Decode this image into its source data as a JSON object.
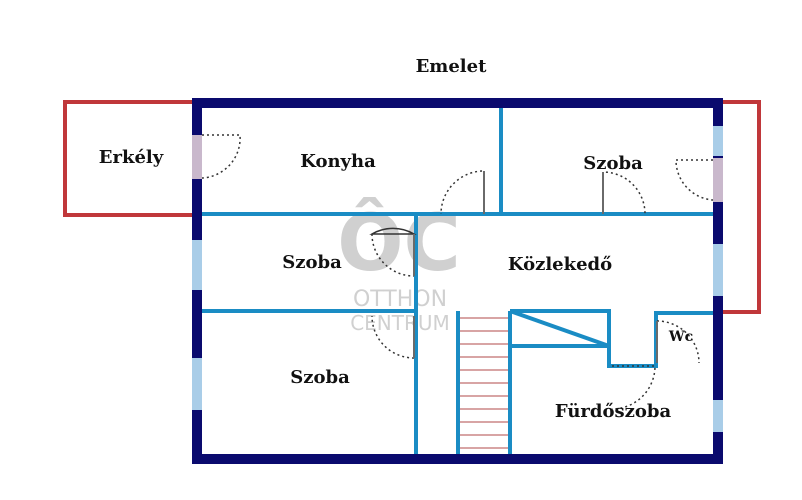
{
  "plan": {
    "title": "Emelet",
    "rooms": {
      "balcony": "Erkély",
      "kitchen": "Konyha",
      "room_top_right": "Szoba",
      "room_middle_left": "Szoba",
      "hallway": "Közlekedő",
      "room_bottom_left": "Szoba",
      "bathroom": "Fürdőszoba",
      "wc": "Wc"
    },
    "watermark": {
      "logo_letters": "ÔC",
      "line1": "OTTHON",
      "line2": "CENTRUM"
    },
    "colors": {
      "outer_wall": "#0a0a6e",
      "inner_wall": "#1a8cc4",
      "balcony_outline": "#c0373a",
      "window_fill": "#a9cde8",
      "stairs": "#b04848",
      "door": "#333333",
      "watermark": "#c8c8c8"
    }
  }
}
